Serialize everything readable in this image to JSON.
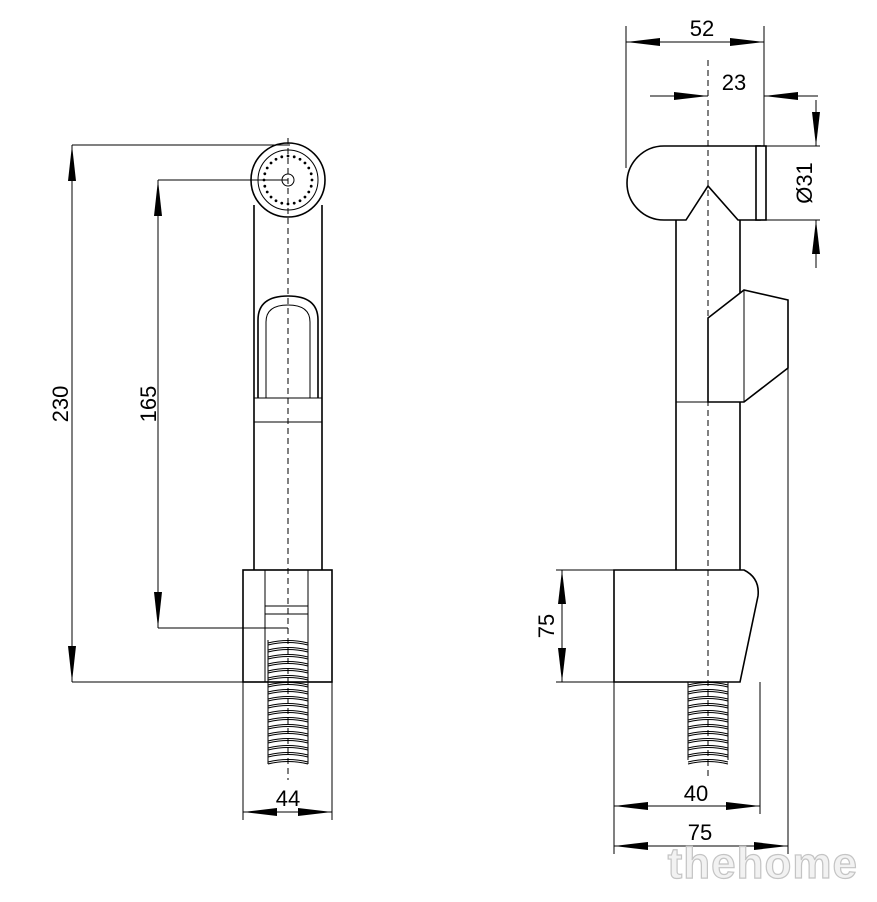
{
  "dimensions": {
    "total_height": "230",
    "outlet_height": "165",
    "body_width": "44",
    "head_depth": "52",
    "head_offset": "23",
    "head_diameter": "Ø31",
    "holder_height": "75",
    "holder_depth": "40",
    "overall_depth": "75"
  },
  "watermark": "thehome"
}
